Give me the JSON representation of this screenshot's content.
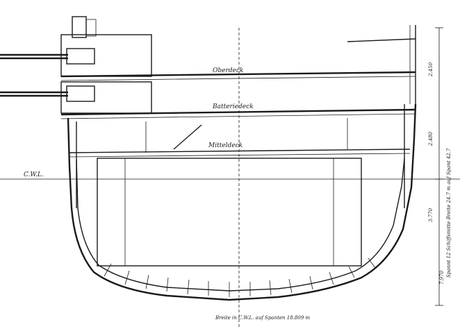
{
  "labels": {
    "upper_deck": "Oberdeck",
    "battery_deck": "Batteriedeck",
    "middle_deck": "Mitteldeck",
    "cwl": "C.W.L.",
    "bottom_note": "Breite in C.W.L. auf Spanten 18.809 m",
    "right_side_note": "Spannt 12 Schiffsmitte Breite 24.7 m auf Spant 42.7",
    "dim_1": "2.450",
    "dim_2": "2.480",
    "dim_3": "3.770",
    "dim_4": "7.970"
  },
  "colors": {
    "ink": "#1a1a1a",
    "paper": "#ffffff"
  }
}
